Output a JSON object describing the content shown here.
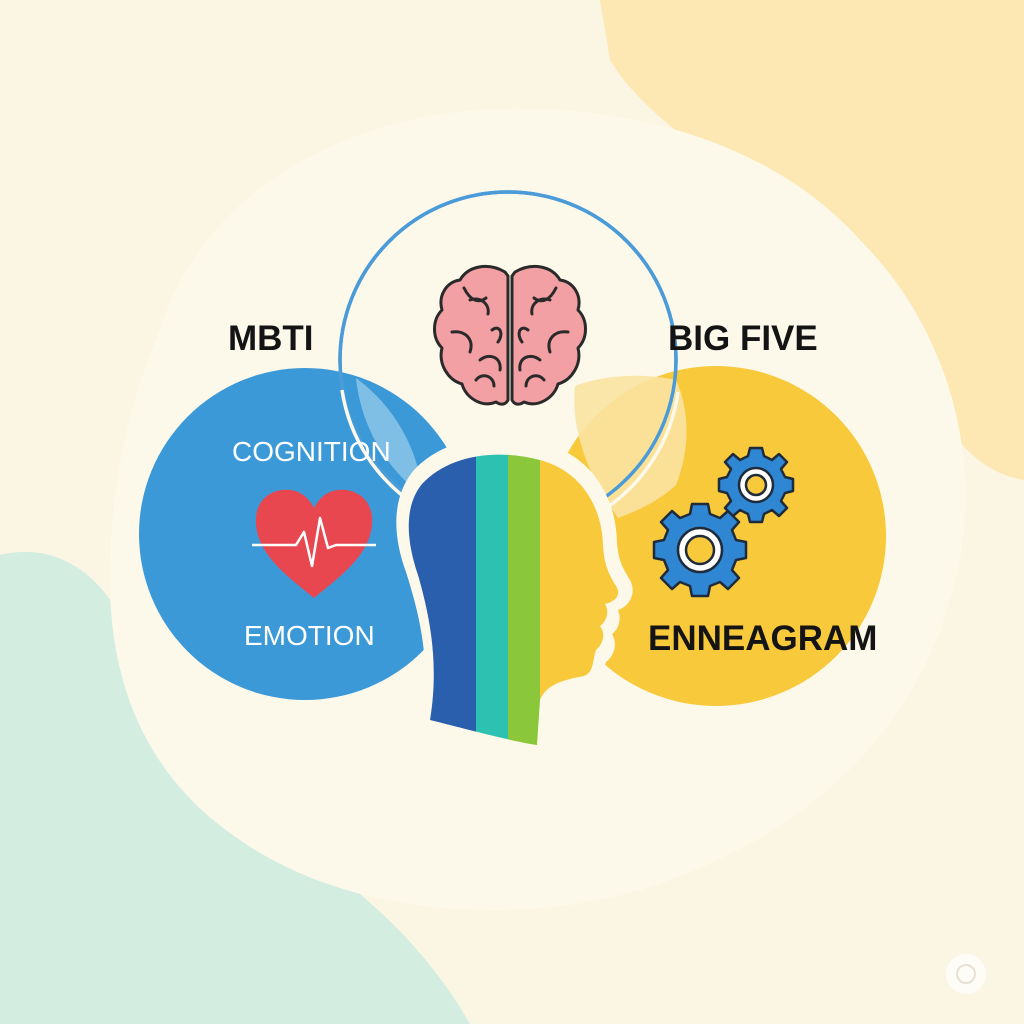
{
  "labels": {
    "mbti": "MBTI",
    "big_five": "BIG FIVE",
    "cognition": "COGNITION",
    "emotion": "EMOTION",
    "enneagram": "ENNEAGRAM"
  },
  "icons": [
    "brain-icon",
    "heart-pulse-icon",
    "gears-icon",
    "head-profile-icon",
    "badge-icon"
  ],
  "colors": {
    "background": "#fbf5e3",
    "blob_inner": "#fdf9ea",
    "blob_yellow": "#fde8b4",
    "blob_mint": "#d3ede0",
    "outline_circle": "#4a9bd8",
    "blue_circle": "#3c99d8",
    "yellow_circle": "#f7c93b",
    "heart": "#e8474f",
    "brain": "#f2a0a4",
    "gear": "#2f86d3",
    "head_stripes": [
      "#2a5fae",
      "#2cc1b0",
      "#8ac73a",
      "#f7c93b"
    ]
  }
}
